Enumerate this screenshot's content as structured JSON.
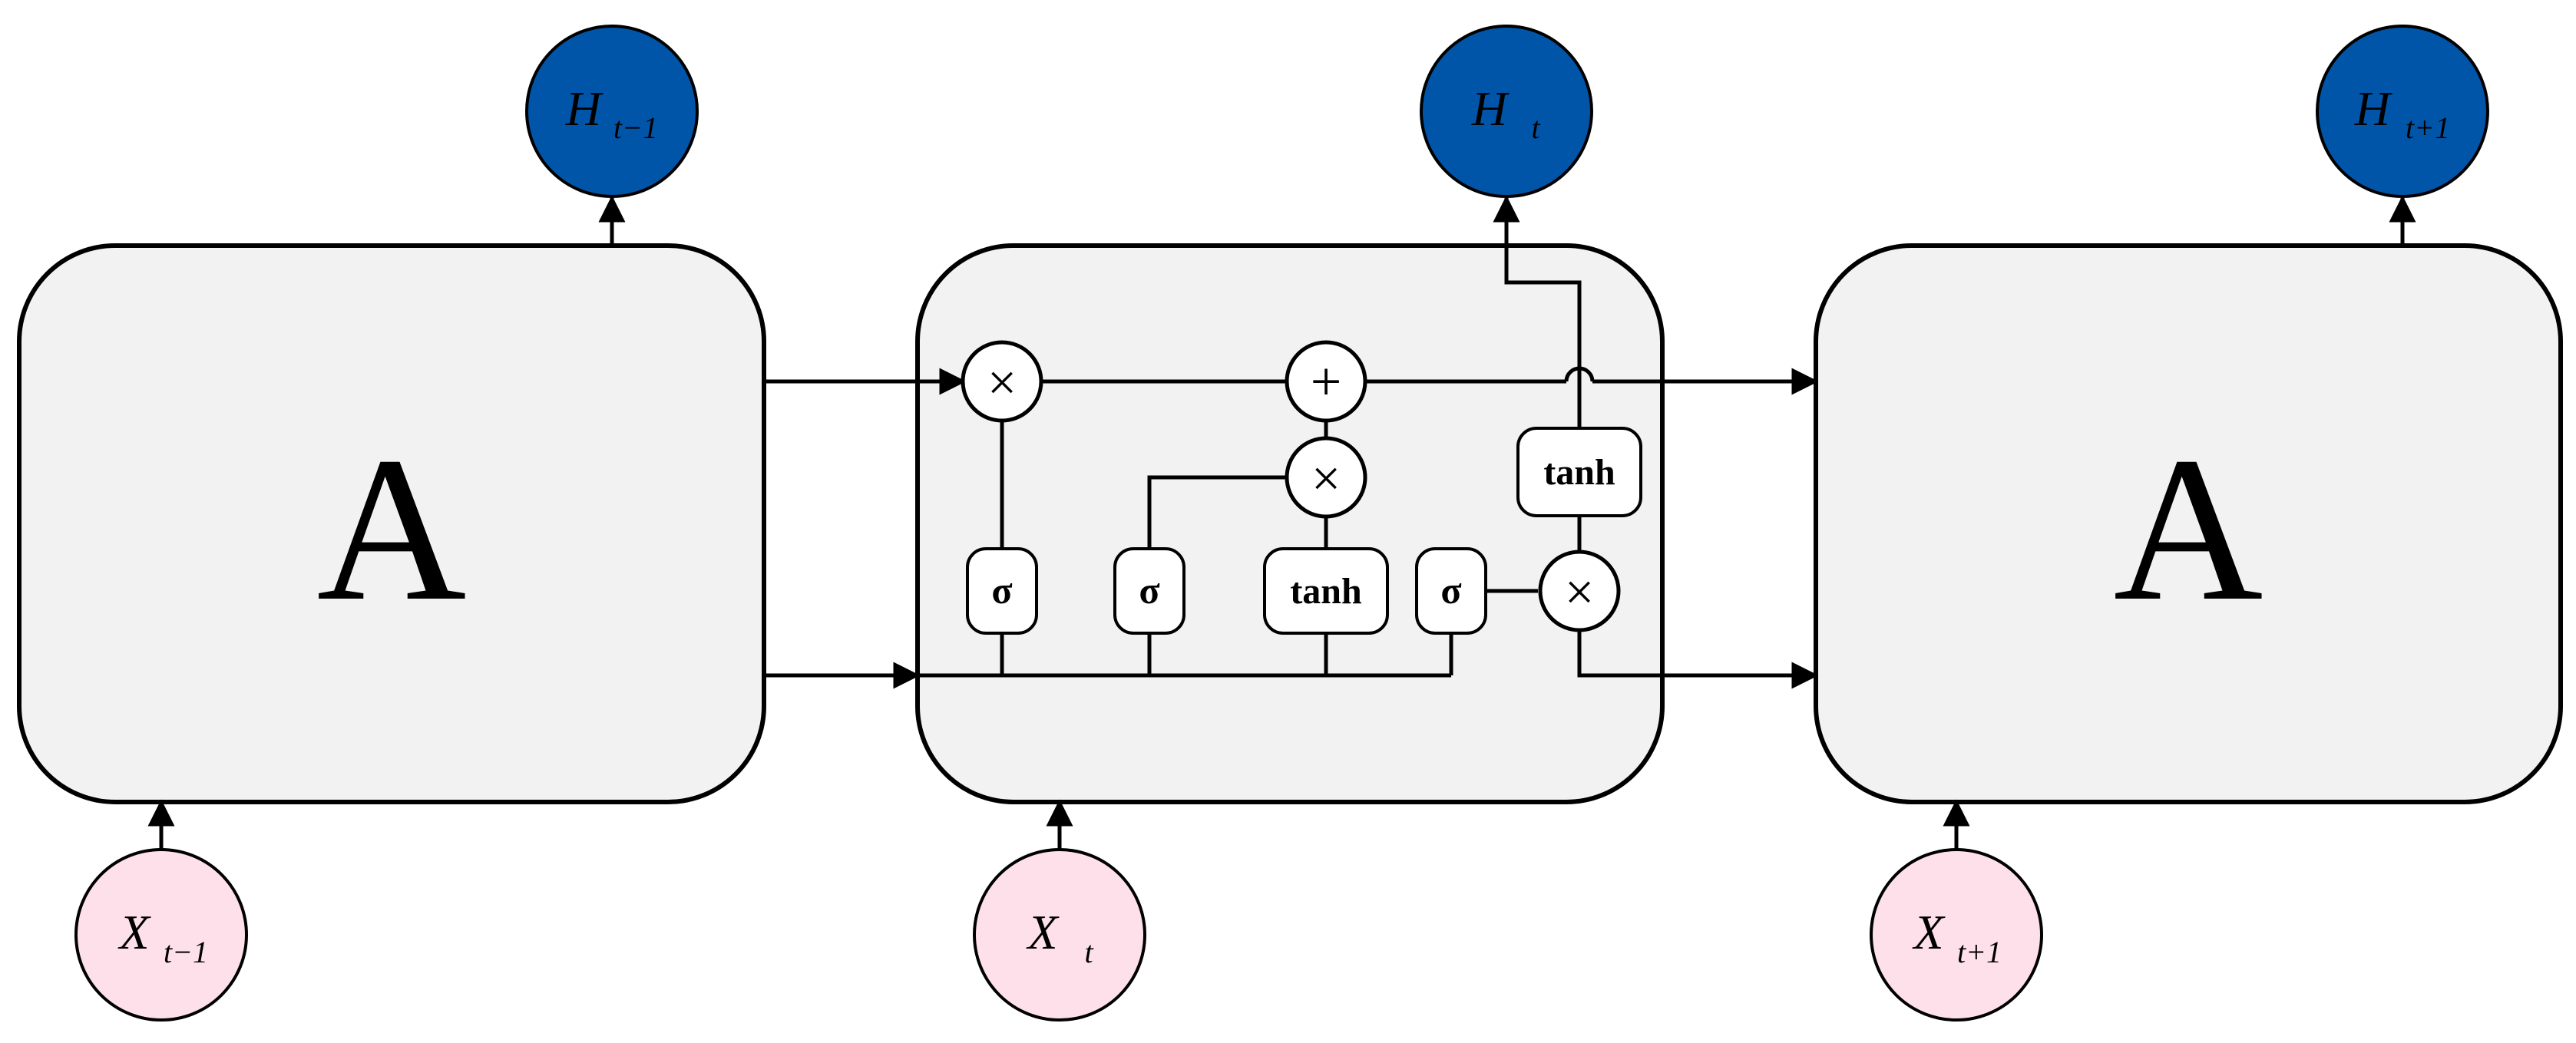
{
  "colors": {
    "cell_fill": "#f2f2f2",
    "stroke": "#000000",
    "output_node": "#0055a8",
    "input_node": "#fde0ea",
    "gate_fill": "#ffffff"
  },
  "cells": {
    "left_label": "A",
    "right_label": "A"
  },
  "outputs": [
    {
      "symbol": "H",
      "subscript": "t−1"
    },
    {
      "symbol": "H",
      "subscript": "t"
    },
    {
      "symbol": "H",
      "subscript": "t+1"
    }
  ],
  "inputs": [
    {
      "symbol": "X",
      "subscript": "t−1"
    },
    {
      "symbol": "X",
      "subscript": "t"
    },
    {
      "symbol": "X",
      "subscript": "t+1"
    }
  ],
  "gates": {
    "sigma_forget": "σ",
    "sigma_input": "σ",
    "tanh_candidate": "tanh",
    "sigma_output": "σ",
    "tanh_cell": "tanh"
  },
  "ops": {
    "multiply_forget": "×",
    "add_cell": "+",
    "multiply_input": "×",
    "multiply_output": "×"
  },
  "icons": {
    "arrow": "arrowhead-icon",
    "line_hop": "line-hop-icon"
  }
}
